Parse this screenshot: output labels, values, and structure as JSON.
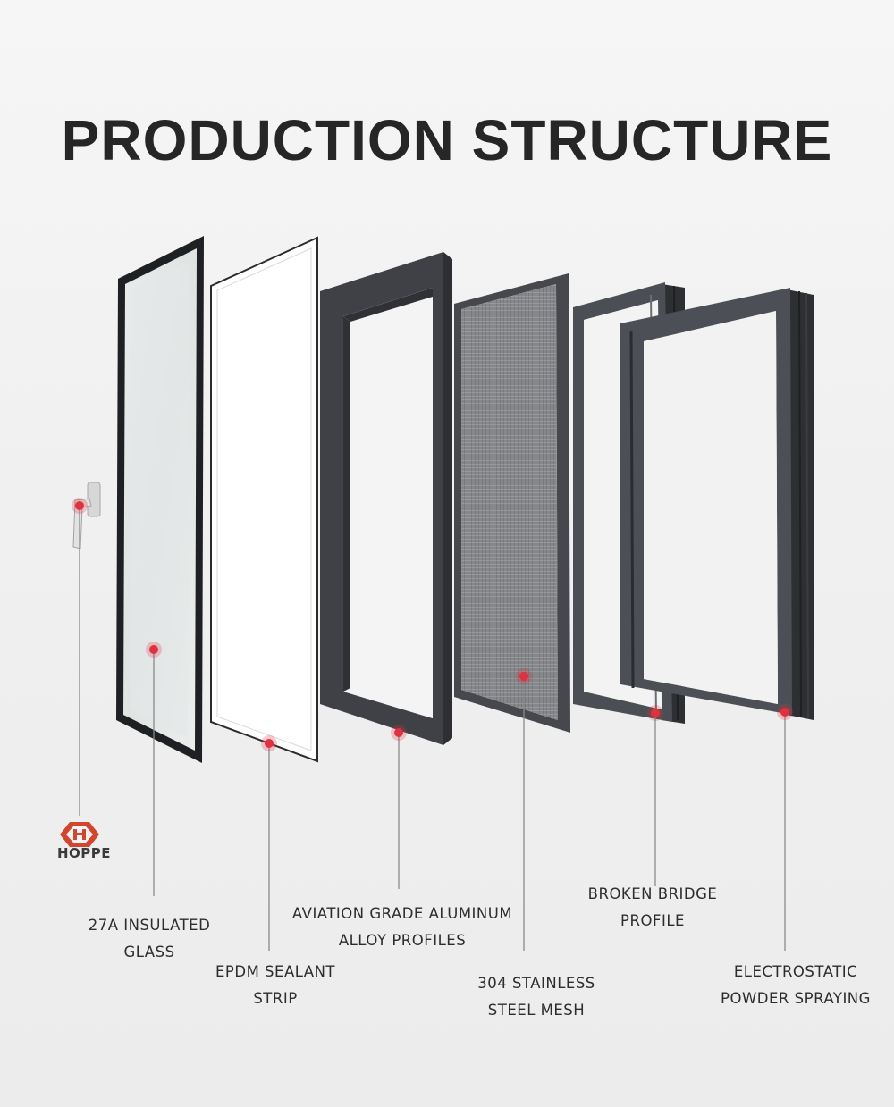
{
  "title": "PRODUCTION STRUCTURE",
  "brand": {
    "logo_text": "HOPPE"
  },
  "components": [
    {
      "id": "handle",
      "lines": []
    },
    {
      "id": "glass",
      "lines": [
        "27A INSULATED",
        "GLASS"
      ]
    },
    {
      "id": "epdm",
      "lines": [
        "EPDM SEALANT",
        "STRIP"
      ]
    },
    {
      "id": "aluminum",
      "lines": [
        "AVIATION GRADE ALUMINUM",
        "ALLOY PROFILES"
      ]
    },
    {
      "id": "mesh",
      "lines": [
        "304 STAINLESS",
        "STEEL MESH"
      ]
    },
    {
      "id": "bridge",
      "lines": [
        "BROKEN BRIDGE",
        "PROFILE"
      ]
    },
    {
      "id": "powder",
      "lines": [
        "ELECTROSTATIC",
        "POWDER SPRAYING"
      ]
    }
  ],
  "colors": {
    "frame_dark": "#3b3d42",
    "frame_mid": "#55585e",
    "marker": "#e0313f",
    "leader": "#8a8a8a",
    "logo": "#d2452f"
  }
}
